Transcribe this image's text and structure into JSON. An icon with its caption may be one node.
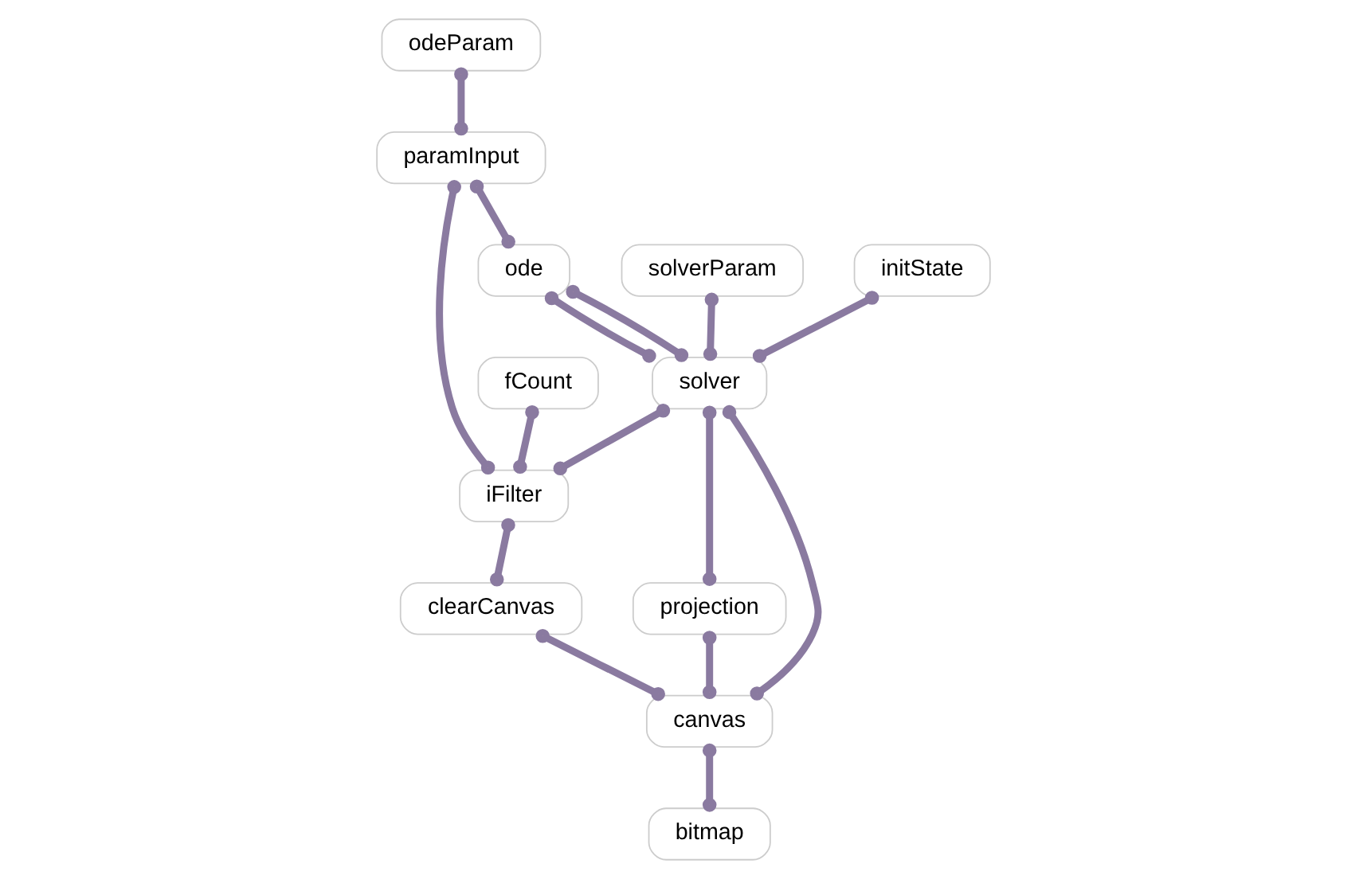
{
  "diagram": {
    "nodes": [
      {
        "text": [
          "odeParam"
        ]
      },
      {
        "text": [
          "solverParam"
        ]
      },
      {
        "text": [
          "initState"
        ]
      },
      {
        "text": [
          "ode"
        ]
      },
      {
        "text": [
          "solver"
        ]
      },
      {
        "text": [
          "iFilter"
        ]
      },
      {
        "text": [
          "paramInput"
        ]
      },
      {
        "text": [
          "fCount"
        ]
      },
      {
        "text": [
          "projection"
        ]
      },
      {
        "text": [
          "clearCanvas"
        ]
      },
      {
        "text": [
          "canvas"
        ]
      },
      {
        "text": [
          "bitmap"
        ]
      }
    ],
    "edges": [
      {
        "from": 0,
        "to": 6,
        "arrow": "other"
      },
      {
        "from": 1,
        "to": 4,
        "arrow": "other"
      },
      {
        "from": 2,
        "to": 4,
        "arrow": "other"
      },
      {
        "from": 4,
        "to": 3,
        "arrow": "other"
      },
      {
        "from": 3,
        "to": 4,
        "arrow": "other"
      },
      {
        "from": 6,
        "to": 3,
        "arrow": "other"
      },
      {
        "from": 4,
        "to": 5,
        "arrow": "other"
      },
      {
        "from": 4,
        "to": 8,
        "arrow": "other"
      },
      {
        "from": 4,
        "to": 10,
        "arrow": "other"
      },
      {
        "from": 5,
        "to": 6,
        "arrow": "other"
      },
      {
        "from": 5,
        "to": 9,
        "arrow": "other"
      },
      {
        "from": 7,
        "to": 5,
        "arrow": "other"
      },
      {
        "from": 8,
        "to": 10,
        "arrow": "other"
      },
      {
        "from": 9,
        "to": 10,
        "arrow": "other"
      },
      {
        "from": 10,
        "to": 11,
        "arrow": "other"
      }
    ]
  }
}
